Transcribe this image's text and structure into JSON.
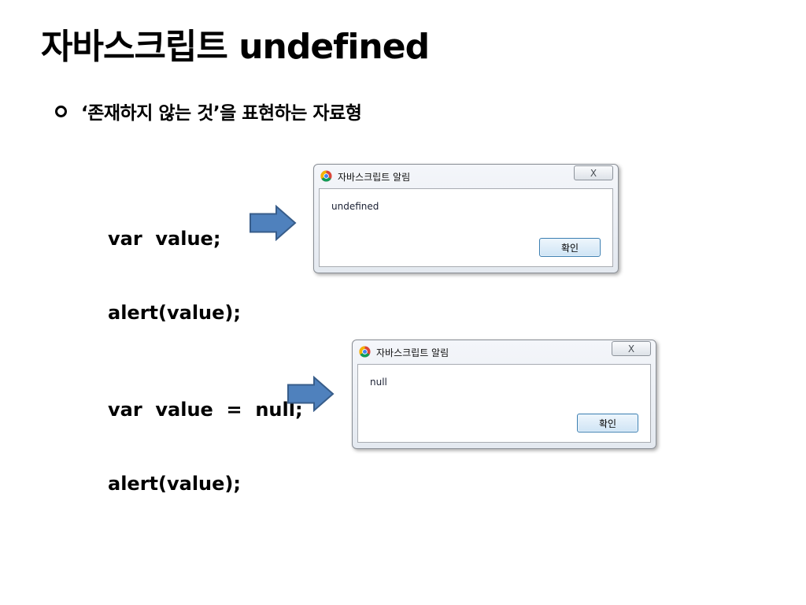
{
  "slide": {
    "title": "자바스크립트 undefined",
    "bullet": "‘존재하지 않는 것’을 표현하는 자료형"
  },
  "examples": [
    {
      "code": [
        "var  value;",
        "alert(value);"
      ],
      "dialog": {
        "title": "자바스크립트 알림",
        "message": "undefined",
        "ok_label": "확인",
        "close_label": "X"
      }
    },
    {
      "code": [
        "var  value  =  null;",
        "alert(value);"
      ],
      "dialog": {
        "title": "자바스크립트 알림",
        "message": "null",
        "ok_label": "확인",
        "close_label": "X"
      }
    }
  ],
  "colors": {
    "arrow_fill": "#4f81bd",
    "arrow_stroke": "#385d8a"
  },
  "icons": {
    "dialog_icon": "chrome-icon",
    "bullet": "hollow-circle-bullet",
    "arrow": "right-arrow-icon"
  }
}
